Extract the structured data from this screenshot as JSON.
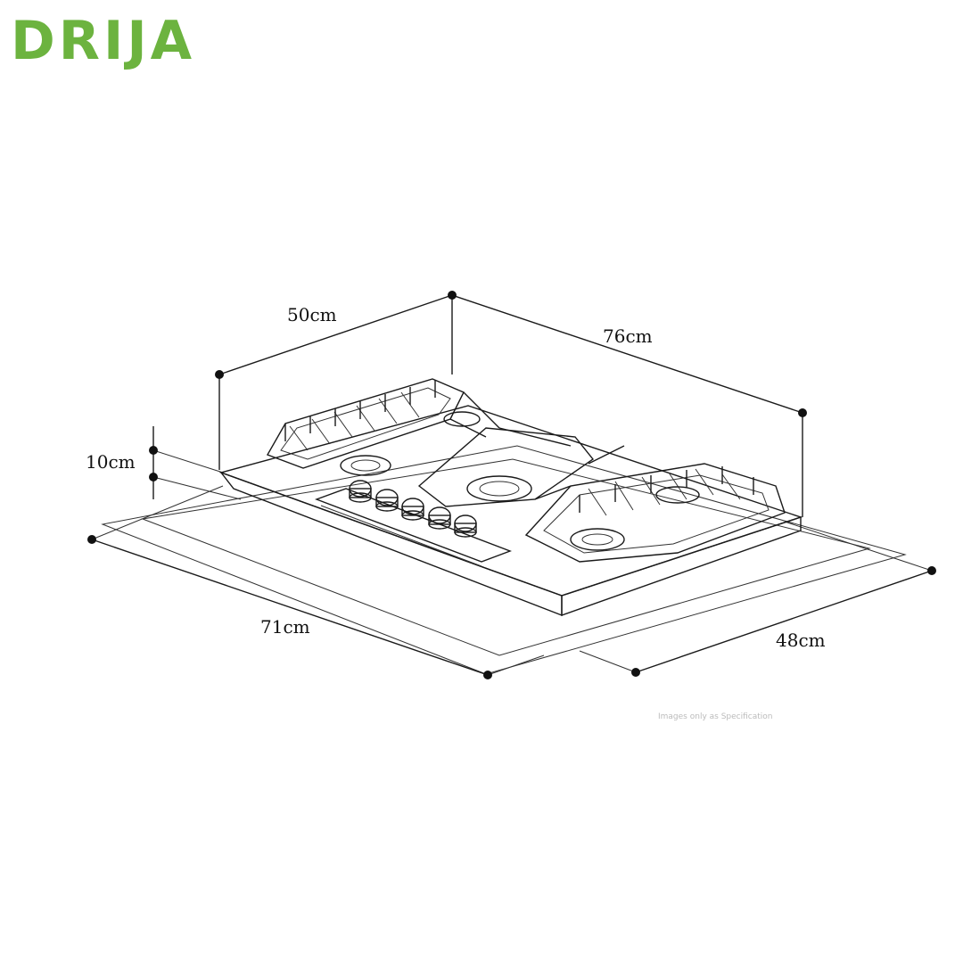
{
  "brand": {
    "name": "DRIJA",
    "color": "#6cb33f"
  },
  "dimensions": {
    "depth_top": "50cm",
    "width_top": "76cm",
    "height": "10cm",
    "cutout_width": "71cm",
    "cutout_depth": "48cm"
  },
  "footnote": "Images only as Specification",
  "product": {
    "knob_count": 5,
    "burner_count": 5
  }
}
